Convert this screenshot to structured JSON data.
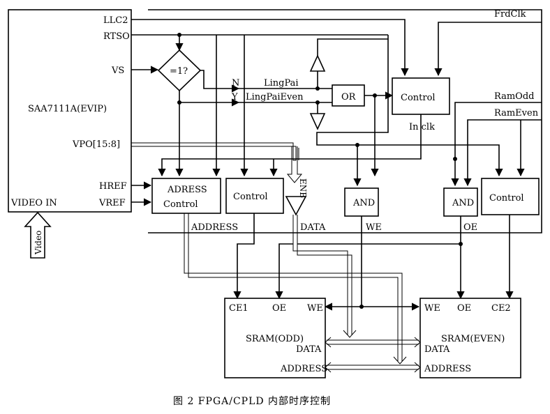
{
  "caption": "图 2 FPGA/CPLD 内部时序控制",
  "chip": {
    "name": "SAA7111A(EVIP)",
    "pins": {
      "llc2": "LLC2",
      "rtso": "RTSO",
      "vs": "VS",
      "vpo": "VPO[15:8]",
      "href": "HREF",
      "vref": "VREF",
      "video_in": "VIDEO IN"
    },
    "input_label": "Video"
  },
  "blocks": {
    "compare": "=1?",
    "compare_no": "N",
    "compare_yes": "Y",
    "or_gate": "OR",
    "control_top": "Control",
    "adress_control_line1": "ADRESS",
    "adress_control_line2": "Control",
    "control_mid": "Control",
    "control_right": "Control",
    "and_left": "AND",
    "and_right": "AND",
    "enb": "ENB"
  },
  "signals": {
    "frd_clk": "FrdClk",
    "ling_pai": "LingPai",
    "ling_pai_even": "LingPaiEven",
    "in_clk": "In clk",
    "ram_odd": "RamOdd",
    "ram_even": "RamEven",
    "address": "ADDRESS",
    "data": "DATA",
    "we": "WE",
    "oe": "OE"
  },
  "sram_odd": {
    "name": "SRAM(ODD)",
    "ce": "CE1",
    "oe": "OE",
    "we": "WE",
    "data": "DATA",
    "address": "ADDRESS"
  },
  "sram_even": {
    "name": "SRAM(EVEN)",
    "we": "WE",
    "oe": "OE",
    "ce": "CE2",
    "data": "DATA",
    "address": "ADDRESS"
  }
}
